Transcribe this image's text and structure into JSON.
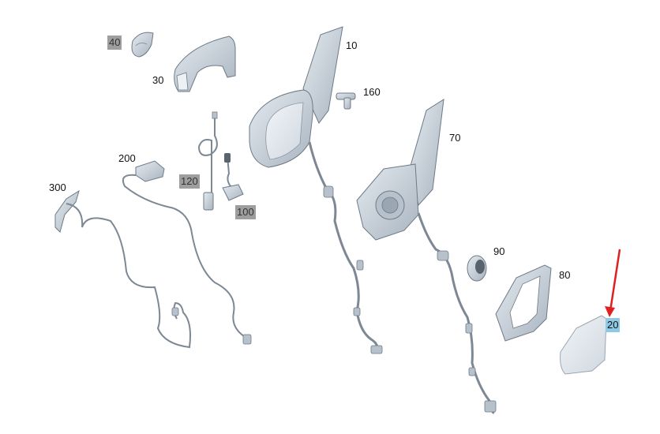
{
  "diagram": {
    "parts": [
      {
        "id": "p40",
        "number": "40",
        "style": "grey"
      },
      {
        "id": "p30",
        "number": "30",
        "style": "plain"
      },
      {
        "id": "p10",
        "number": "10",
        "style": "plain"
      },
      {
        "id": "p160",
        "number": "160",
        "style": "plain"
      },
      {
        "id": "p70",
        "number": "70",
        "style": "plain"
      },
      {
        "id": "p200",
        "number": "200",
        "style": "plain"
      },
      {
        "id": "p120",
        "number": "120",
        "style": "grey"
      },
      {
        "id": "p100",
        "number": "100",
        "style": "grey"
      },
      {
        "id": "p300",
        "number": "300",
        "style": "plain"
      },
      {
        "id": "p90",
        "number": "90",
        "style": "plain"
      },
      {
        "id": "p80",
        "number": "80",
        "style": "plain"
      },
      {
        "id": "p20",
        "number": "20",
        "style": "selected"
      }
    ],
    "selected_part": "20",
    "colors": {
      "part_fill": "#c9d2dc",
      "part_stroke": "#6e7a86",
      "grey_label": "#9e9e9e",
      "selected_label": "#8ecae6",
      "arrow": "#e02020"
    }
  }
}
